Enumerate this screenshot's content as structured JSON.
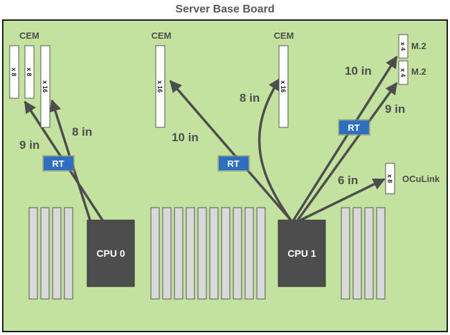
{
  "title": "Server Base Board",
  "cem_label": "CEM",
  "cpus": [
    "CPU 0",
    "CPU 1"
  ],
  "retimer_label": "RT",
  "slot_widths": {
    "x8": "x 8",
    "x16": "x 16",
    "x4": "x 4"
  },
  "m2_label": "M.2",
  "oculink_label": "OCuLink",
  "distances": {
    "cpu0_to_x8": "9 in",
    "cpu0_to_x16": "8 in",
    "cpu1_to_cem1": "10 in",
    "cpu1_to_cem2": "8 in",
    "cpu1_to_m2_top": "10 in",
    "cpu1_to_m2_bottom": "9 in",
    "cpu1_to_oculink": "6 in"
  },
  "colors": {
    "board": "#c3e19f",
    "cpu": "#4d4d4d",
    "retimer": "#2e6fbf",
    "arrow": "#4d4d4d",
    "dimm": "#d9d9d9"
  }
}
